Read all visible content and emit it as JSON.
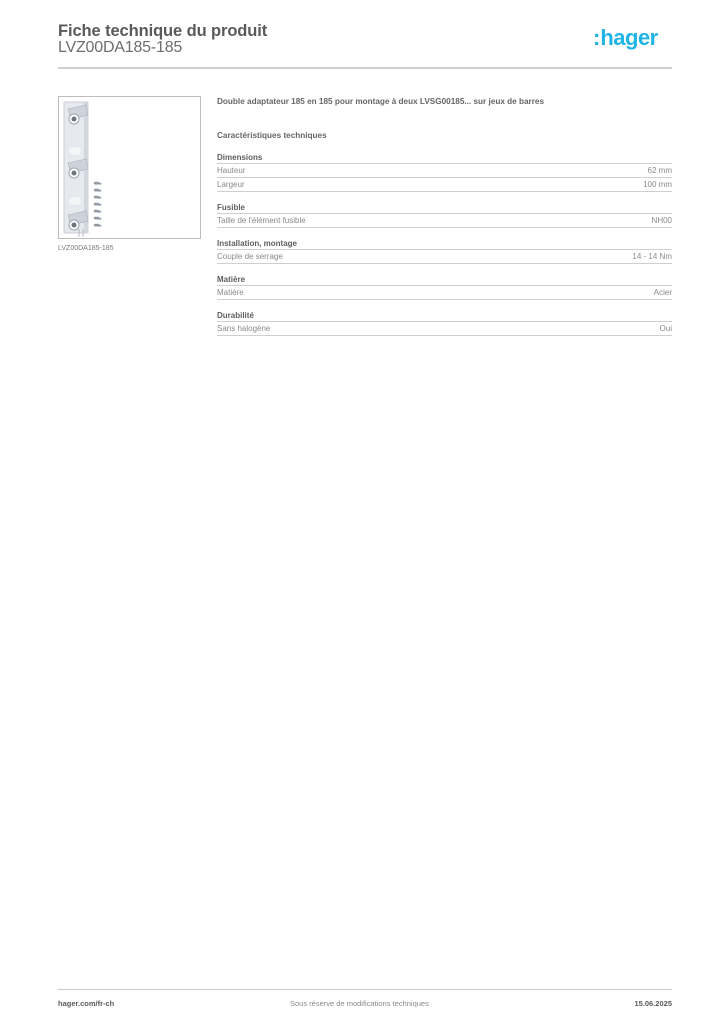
{
  "header": {
    "title": "Fiche technique du produit",
    "reference": "LVZ00DA185-185",
    "logo": {
      "dots": ":",
      "text": "hager",
      "color": "#1fb4e8"
    }
  },
  "product_image": {
    "icon": "busbar-adapter-image",
    "caption": "LVZ00DA185-185"
  },
  "description": "Double adaptateur 185 en 185 pour montage à deux LVSG00185... sur jeux de barres",
  "specs_heading": "Caractéristiques techniques",
  "spec_groups": [
    {
      "title": "Dimensions",
      "rows": [
        {
          "label": "Hauteur",
          "value": "62 mm"
        },
        {
          "label": "Largeur",
          "value": "100 mm"
        }
      ]
    },
    {
      "title": "Fusible",
      "rows": [
        {
          "label": "Taille de l'élément fusible",
          "value": "NH00"
        }
      ]
    },
    {
      "title": "Installation, montage",
      "rows": [
        {
          "label": "Couple de serrage",
          "value": "14 - 14 Nm"
        }
      ]
    },
    {
      "title": "Matière",
      "rows": [
        {
          "label": "Matière",
          "value": "Acier"
        }
      ]
    },
    {
      "title": "Durabilité",
      "rows": [
        {
          "label": "Sans halogène",
          "value": "Oui"
        }
      ]
    }
  ],
  "footer": {
    "website": "hager.com/fr-ch",
    "disclaimer": "Sous réserve de modifications techniques",
    "date": "15.06.2025"
  }
}
